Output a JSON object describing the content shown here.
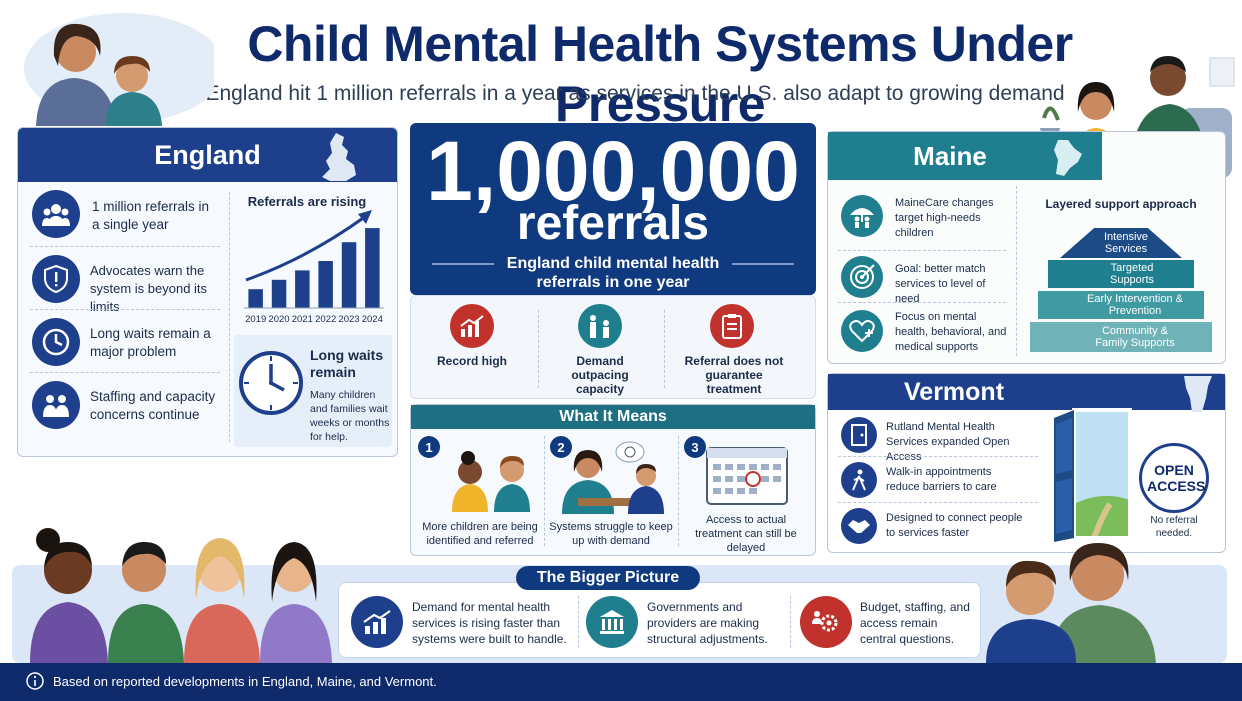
{
  "header": {
    "title": "Child Mental Health Systems Under Pressure",
    "subtitle": "England hit 1 million referrals in a year as services in the U.S. also adapt to growing demand"
  },
  "england": {
    "title": "England",
    "items": [
      {
        "icon": "group-icon",
        "text": "1 million referrals in a single year"
      },
      {
        "icon": "shield-alert-icon",
        "text": "Advocates warn the system is beyond its limits"
      },
      {
        "icon": "clock-icon",
        "text": "Long waits remain a major problem"
      },
      {
        "icon": "staff-icon",
        "text": "Staffing and capacity concerns continue"
      }
    ],
    "chart": {
      "title": "Referrals are rising",
      "categories": [
        "2019",
        "2020",
        "2021",
        "2022",
        "2023",
        "2024"
      ]
    },
    "waits": {
      "title": "Long waits remain",
      "text": "Many children and families wait weeks or months for help."
    }
  },
  "chart_data": {
    "type": "bar",
    "title": "Referrals are rising",
    "categories": [
      "2019",
      "2020",
      "2021",
      "2022",
      "2023",
      "2024"
    ],
    "values": [
      2,
      3,
      4,
      5,
      7,
      8.5
    ],
    "xlabel": "",
    "ylabel": "",
    "ylim": [
      0,
      10
    ],
    "grid": false,
    "color": "#1d3f8c"
  },
  "stat": {
    "number": "1,000,000",
    "unit": "referrals",
    "description": "England child mental health referrals in one year"
  },
  "stat_icons": [
    {
      "icon": "chart-up-icon",
      "label": "Record high",
      "color": "#c0322b"
    },
    {
      "icon": "family-icon",
      "label": "Demand outpacing capacity",
      "color": "#1f7f8e"
    },
    {
      "icon": "clipboard-alert-icon",
      "label": "Referral does not guarantee treatment",
      "color": "#c0322b"
    }
  ],
  "what_it_means": {
    "title": "What It Means",
    "items": [
      {
        "number": "1",
        "text": "More children are being identified and referred"
      },
      {
        "number": "2",
        "text": "Systems struggle to keep up with demand"
      },
      {
        "number": "3",
        "text": "Access to actual treatment can still be delayed"
      }
    ]
  },
  "maine": {
    "title": "Maine",
    "items": [
      {
        "icon": "umbrella-family-icon",
        "text": "MaineCare changes target high-needs children"
      },
      {
        "icon": "target-icon",
        "text": "Goal: better match services to level of need"
      },
      {
        "icon": "heart-plus-icon",
        "text": "Focus on mental health, behavioral, and medical supports"
      }
    ],
    "pyramid": {
      "title": "Layered support approach",
      "tiers": [
        "Intensive Services",
        "Targeted Supports",
        "Early Intervention & Prevention",
        "Community & Family Supports"
      ]
    }
  },
  "vermont": {
    "title": "Vermont",
    "items": [
      {
        "icon": "door-icon",
        "text": "Rutland Mental Health Services expanded Open Access"
      },
      {
        "icon": "walking-icon",
        "text": "Walk-in appointments reduce barriers to care"
      },
      {
        "icon": "handshake-icon",
        "text": "Designed to connect people to services faster"
      }
    ],
    "badge": "OPEN ACCESS",
    "note": "No referral needed."
  },
  "bigger_picture": {
    "title": "The Bigger Picture",
    "items": [
      {
        "icon": "chart-up-icon",
        "text": "Demand for mental health services is rising faster than systems were built to handle.",
        "color": "#1d3f8c"
      },
      {
        "icon": "government-icon",
        "text": "Governments and providers are making structural adjustments.",
        "color": "#1f7f8e"
      },
      {
        "icon": "gear-people-icon",
        "text": "Budget, staffing, and access remain central questions.",
        "color": "#c0322b"
      }
    ]
  },
  "footer": {
    "icon": "info-icon",
    "text": "Based on reported developments in England, Maine, and Vermont."
  }
}
